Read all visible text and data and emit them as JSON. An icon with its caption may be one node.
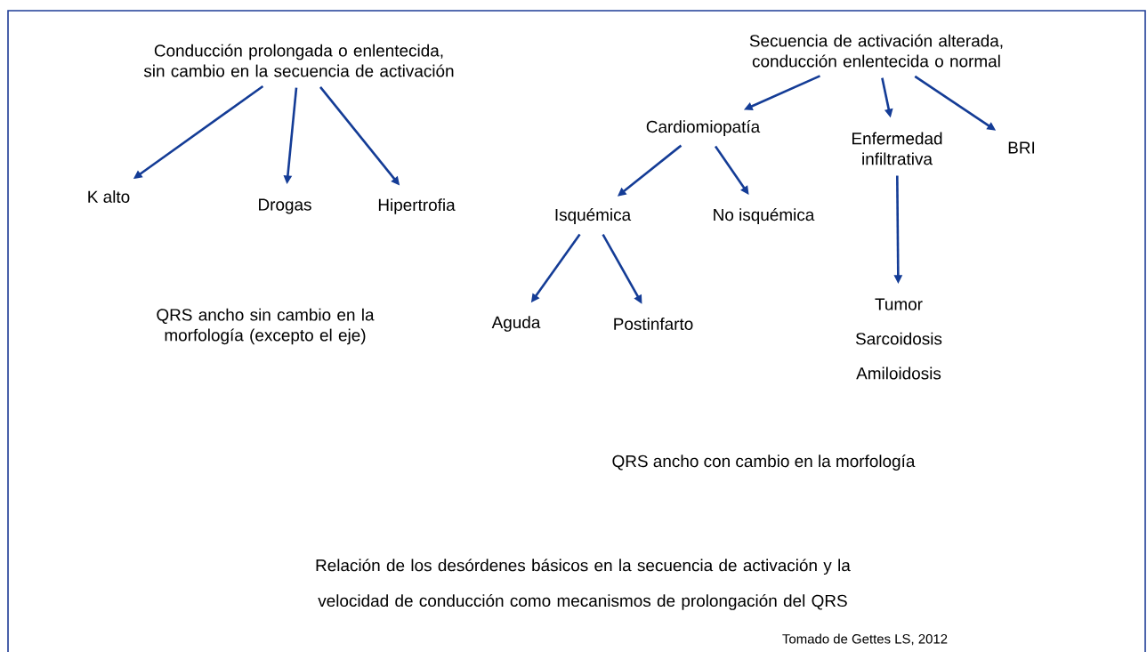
{
  "diagram": {
    "caption": "Relación de los desórdenes básicos en la secuencia de activación y la velocidad de conducción como mecanismos de prolongación del QRS",
    "nodes": [
      {
        "text": [
          "Conducción prolongada o enlentecida, sin cambio en la secuencia de activación"
        ]
      },
      {
        "text": [
          "K alto"
        ]
      },
      {
        "text": [
          "Drogas"
        ]
      },
      {
        "text": [
          "Hipertrofia"
        ]
      },
      {
        "text": [
          "Secuencia de activación alterada, conducción enlentecida o normal"
        ]
      },
      {
        "text": [
          "Cardiomiopatía"
        ]
      },
      {
        "text": [
          "Enfermedad infiltrativa"
        ]
      },
      {
        "text": [
          "BRI"
        ]
      },
      {
        "text": [
          "Isquémica"
        ]
      },
      {
        "text": [
          "No isquémica"
        ]
      },
      {
        "text": [
          "Aguda"
        ]
      },
      {
        "text": [
          "Postinfarto"
        ]
      },
      {
        "text": [
          "Tumor",
          "Sarcoidosis",
          "Amiloidosis"
        ]
      }
    ],
    "edges": [
      {
        "from": 0,
        "to": 1,
        "arrow": "to"
      },
      {
        "from": 0,
        "to": 2,
        "arrow": "to"
      },
      {
        "from": 0,
        "to": 3,
        "arrow": "to"
      },
      {
        "from": 4,
        "to": 5,
        "arrow": "to"
      },
      {
        "from": 4,
        "to": 6,
        "arrow": "to"
      },
      {
        "from": 4,
        "to": 7,
        "arrow": "to"
      },
      {
        "from": 5,
        "to": 8,
        "arrow": "to"
      },
      {
        "from": 5,
        "to": 9,
        "arrow": "to"
      },
      {
        "from": 8,
        "to": 10,
        "arrow": "to"
      },
      {
        "from": 8,
        "to": 11,
        "arrow": "to"
      },
      {
        "from": 6,
        "to": 12,
        "arrow": "to"
      }
    ],
    "labels": [
      "QRS ancho sin cambio en la morfología (excepto el eje)",
      "QRS ancho con cambio en la morfología",
      "Tomado de Gettes LS, 2012"
    ]
  }
}
